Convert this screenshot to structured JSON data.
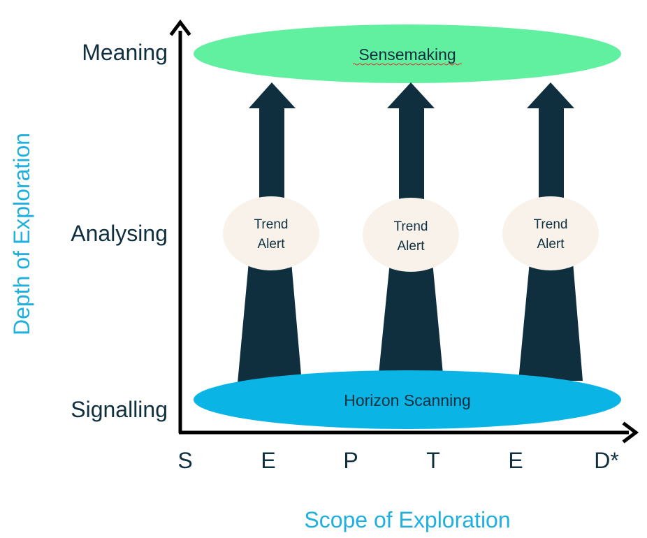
{
  "axes": {
    "y_title": "Depth of Exploration",
    "x_title": "Scope of Exploration"
  },
  "levels": {
    "top": "Meaning",
    "middle": "Analysing",
    "bottom": "Signalling"
  },
  "scope_letters": [
    "S",
    "E",
    "P",
    "T",
    "E",
    "D*"
  ],
  "sensemaking_label": "Sensemaking",
  "horizon_label": "Horizon Scanning",
  "trend_alerts": [
    {
      "line1": "Trend",
      "line2": "Alert"
    },
    {
      "line1": "Trend",
      "line2": "Alert"
    },
    {
      "line1": "Trend",
      "line2": "Alert"
    }
  ],
  "colors": {
    "axis_title": "#1fb0e0",
    "dark": "#0f2f3f",
    "sensemaking_fill": "#61f0a0",
    "horizon_fill": "#0ab5e6",
    "trend_fill": "#f8f2ea",
    "spell_underline": "#e03030"
  }
}
